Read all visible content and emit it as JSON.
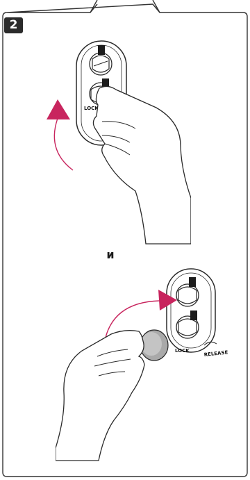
{
  "step_number": "2",
  "conjunction": "и",
  "illustration_top": {
    "mount_label": "LOCK"
  },
  "illustration_bottom": {
    "lock_label": "LOCK",
    "release_label": "RELEASE"
  },
  "colors": {
    "arrow": "#c8255e",
    "outline": "#2a2a2a",
    "badge": "#2b2b2b"
  }
}
